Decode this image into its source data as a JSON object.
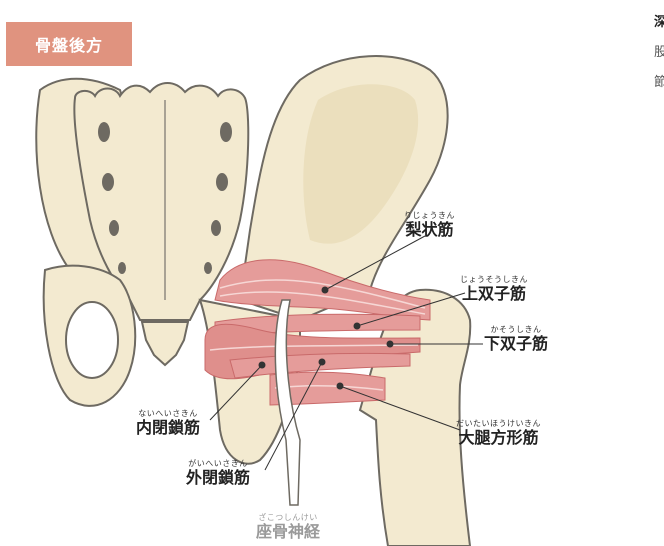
{
  "title": "骨盤後方",
  "labels": {
    "piriformis": {
      "ruby": "りじょうきん",
      "text": "梨状筋"
    },
    "superior_gemellus": {
      "ruby": "じょうそうしきん",
      "text": "上双子筋"
    },
    "inferior_gemellus": {
      "ruby": "かそうしきん",
      "text": "下双子筋"
    },
    "internal_obturator": {
      "ruby": "ないへいさきん",
      "text": "内閉鎖筋"
    },
    "quadratus_femoris": {
      "ruby": "だいたいほうけいきん",
      "text": "大腿方形筋"
    },
    "external_obturator": {
      "ruby": "がいへいさきん",
      "text": "外閉鎖筋"
    },
    "sciatic_nerve": {
      "ruby": "ざこつしんけい",
      "text": "座骨神経"
    }
  },
  "side_text": [
    "深",
    "股",
    "節"
  ],
  "colors": {
    "bone_fill": "#f3ead0",
    "bone_stroke": "#6e6a62",
    "muscle": "#e59c9a",
    "muscle_dark": "#c96a6a",
    "tendon": "#eeeeee",
    "title_bg": "#e0937f"
  }
}
